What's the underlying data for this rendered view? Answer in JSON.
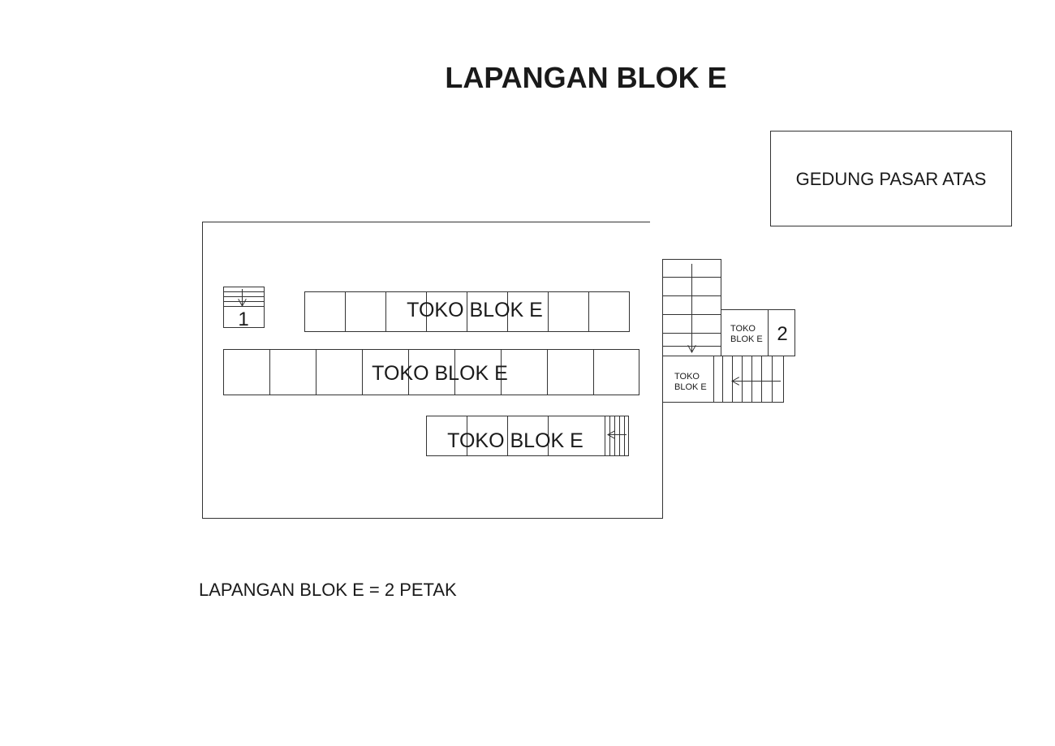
{
  "title": "LAPANGAN BLOK E",
  "building_label": "GEDUNG PASAR ATAS",
  "shop_label": "TOKO BLOK E",
  "small_shop_label_line1": "TOKO",
  "small_shop_label_line2": "BLOK E",
  "stair_1_number": "1",
  "stair_2_number": "2",
  "footer_note": "LAPANGAN BLOK E = 2 PETAK"
}
